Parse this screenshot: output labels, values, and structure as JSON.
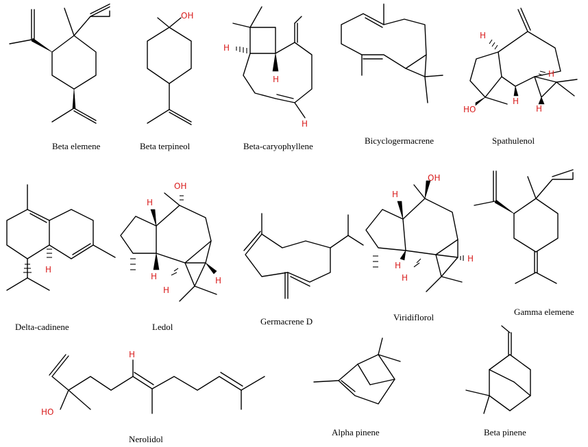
{
  "figure": {
    "compounds": [
      {
        "id": "beta-elemene",
        "name": "Beta elemene"
      },
      {
        "id": "beta-terpineol",
        "name": "Beta terpineol"
      },
      {
        "id": "beta-caryophyllene",
        "name": "Beta-caryophyllene"
      },
      {
        "id": "bicyclogermacrene",
        "name": "Bicyclogermacrene"
      },
      {
        "id": "spathulenol",
        "name": "Spathulenol"
      },
      {
        "id": "delta-cadinene",
        "name": "Delta-cadinene"
      },
      {
        "id": "ledol",
        "name": "Ledol"
      },
      {
        "id": "germacrene-d",
        "name": "Germacrene D"
      },
      {
        "id": "viridiflorol",
        "name": "Viridiflorol"
      },
      {
        "id": "gamma-elemene",
        "name": "Gamma elemene"
      },
      {
        "id": "nerolidol",
        "name": "Nerolidol"
      },
      {
        "id": "alpha-pinene",
        "name": "Alpha pinene"
      },
      {
        "id": "beta-pinene",
        "name": "Beta pinene"
      }
    ],
    "atoms": {
      "oh": "OH",
      "ho": "HO",
      "h": "H"
    },
    "colors": {
      "bond": "#000000",
      "heteroatom": "#d81c1c",
      "background": "#ffffff"
    }
  }
}
